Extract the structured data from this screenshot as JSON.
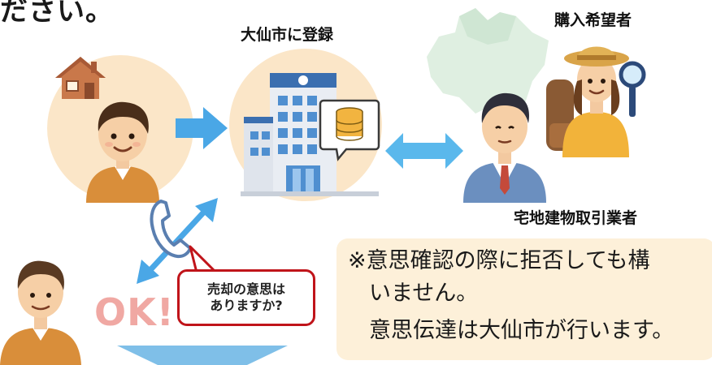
{
  "heading_fragment": "ださい。",
  "labels": {
    "city_register": "大仙市に登録",
    "buyer": "購入希望者",
    "dealer": "宅地建物取引業者"
  },
  "bubble": {
    "line1": "売却の意思は",
    "line2": "ありますか?"
  },
  "ok_text": "OK!",
  "note": {
    "line1": "※意思確認の際に拒否しても構",
    "line2": "いません。",
    "line3": "意思伝達は大仙市が行います。"
  },
  "colors": {
    "circle_bg": "#fbe6c8",
    "arrow_blue": "#4aa7e6",
    "note_bg": "#fdf0d9",
    "bubble_border": "#c0141a",
    "ok_pink": "#f0a8a3"
  },
  "icons": [
    "house-icon",
    "owner-person-icon",
    "city-hall-icon",
    "database-icon",
    "telephone-icon",
    "businessman-icon",
    "buyer-hiker-icon",
    "magnifier-icon",
    "elder-person-icon"
  ]
}
